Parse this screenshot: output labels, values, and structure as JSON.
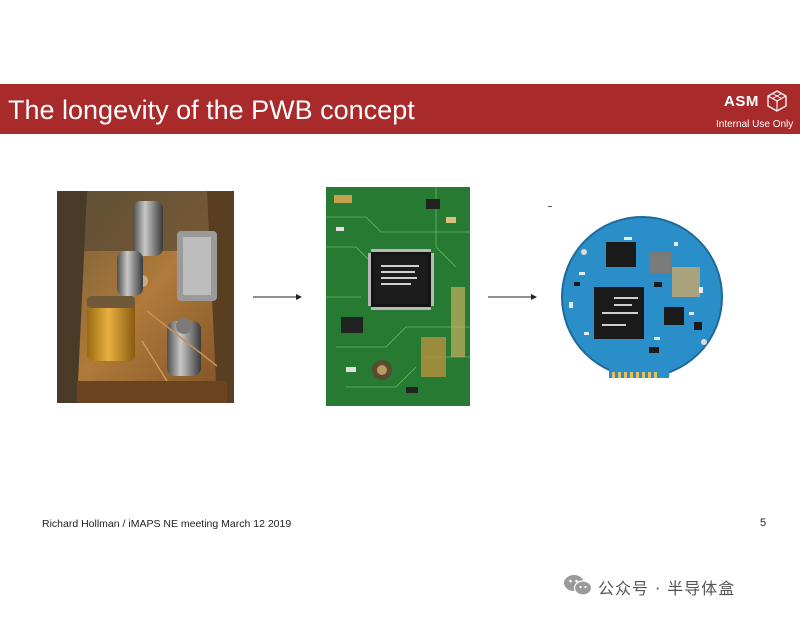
{
  "header": {
    "title": "The longevity of the PWB concept",
    "brand": "ASM",
    "classification": "Internal Use Only"
  },
  "footer": {
    "credit": "Richard Hollman / iMAPS NE meeting March 12 2019",
    "page_number": "5"
  },
  "watermark": {
    "text": "公众号 · 半导体盒",
    "icon": "wechat-icon"
  },
  "images": [
    {
      "id": "photo-tube",
      "icon": "vacuum-tube-chassis-photo"
    },
    {
      "id": "photo-pcb",
      "icon": "green-pcb-photo"
    },
    {
      "id": "photo-round",
      "icon": "round-blue-pcb-photo"
    }
  ],
  "colors": {
    "title_bar": "#a82a2a",
    "title_text": "#ffffff"
  }
}
